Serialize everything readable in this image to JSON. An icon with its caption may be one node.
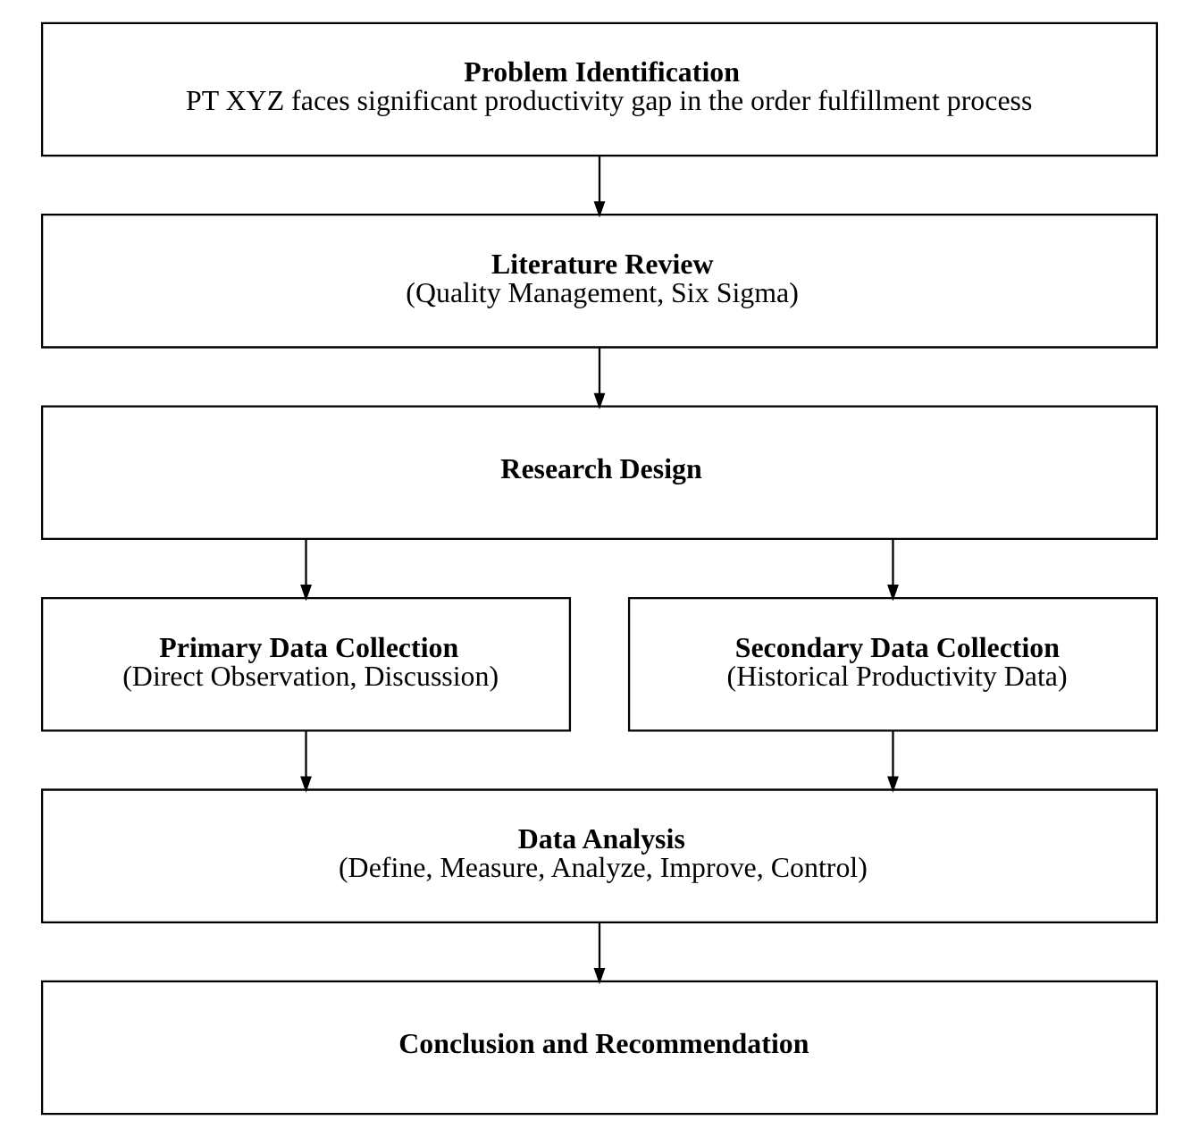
{
  "diagram": {
    "nodes": [
      {
        "text": [
          "Problem Identification",
          "PT XYZ faces significant productivity gap in the order fulfillment process"
        ]
      },
      {
        "text": [
          "Literature Review",
          "(Quality Management, Six Sigma)"
        ]
      },
      {
        "text": [
          "Research Design"
        ]
      },
      {
        "text": [
          "Primary Data Collection",
          "(Direct Observation, Discussion)"
        ]
      },
      {
        "text": [
          "Secondary Data Collection",
          "(Historical Productivity Data)"
        ]
      },
      {
        "text": [
          "Data Analysis",
          "(Define, Measure, Analyze, Improve, Control)"
        ]
      },
      {
        "text": [
          "Conclusion and Recommendation"
        ]
      }
    ],
    "edges": [
      {
        "from": 0,
        "to": 1,
        "arrow": "to"
      },
      {
        "from": 1,
        "to": 2,
        "arrow": "to"
      },
      {
        "from": 2,
        "to": 3,
        "arrow": "to"
      },
      {
        "from": 2,
        "to": 4,
        "arrow": "to"
      },
      {
        "from": 3,
        "to": 5,
        "arrow": "to"
      },
      {
        "from": 4,
        "to": 5,
        "arrow": "to"
      },
      {
        "from": 5,
        "to": 6,
        "arrow": "to"
      }
    ]
  }
}
